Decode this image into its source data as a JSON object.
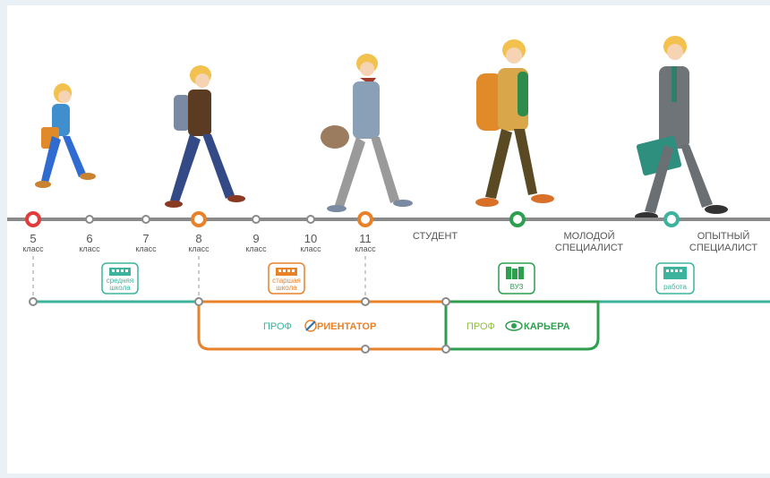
{
  "timeline": {
    "line_color": "#8a8a8a",
    "stops": [
      {
        "number": "5",
        "sub": "класс"
      },
      {
        "number": "6",
        "sub": "класс"
      },
      {
        "number": "7",
        "sub": "класс"
      },
      {
        "number": "8",
        "sub": "класс"
      },
      {
        "number": "9",
        "sub": "класс"
      },
      {
        "number": "10",
        "sub": "класс"
      },
      {
        "number": "11",
        "sub": "класс"
      },
      {
        "label": "СТУДЕНТ"
      },
      {
        "label": "МОЛОДОЙ",
        "label2": "СПЕЦИАЛИСТ"
      },
      {
        "label": "ОПЫТНЫЙ",
        "label2": "СПЕЦИАЛИСТ"
      }
    ]
  },
  "stage_badges": {
    "middle_school": {
      "line1": "средняя",
      "line2": "школа",
      "color": "#3db39e",
      "icon": "school-building-icon"
    },
    "high_school": {
      "line1": "старшая",
      "line2": "школа",
      "color": "#e8822a",
      "icon": "school-building-icon"
    },
    "university": {
      "line1": "ВУЗ",
      "color": "#2e9e4f",
      "icon": "university-building-icon"
    },
    "work": {
      "line1": "работа",
      "color": "#3db39e",
      "icon": "office-building-icon"
    }
  },
  "programs": {
    "proforientator": {
      "prefix": "ПРОФ",
      "main": "РИЕНТАТОР",
      "color": "#e8822a",
      "icon": "compass-icon"
    },
    "profkariera": {
      "prefix": "ПРОФ",
      "main": "КАРЬЕРА",
      "color": "#2e9e4f",
      "icon": "globe-icon"
    }
  },
  "colors": {
    "teal": "#3db39e",
    "orange": "#e8822a",
    "green": "#2e9e4f",
    "red": "#e23b3b",
    "gray": "#8a8a8a"
  }
}
